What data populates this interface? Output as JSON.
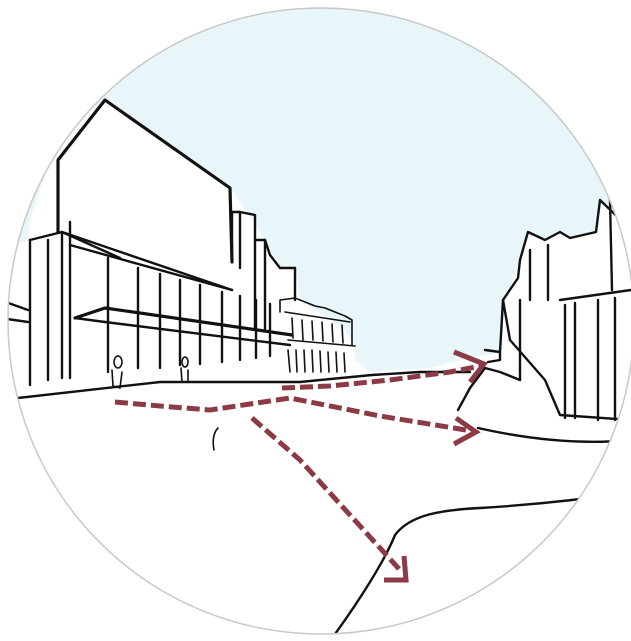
{
  "illustration": {
    "kind": "street-perspective-sketch",
    "frame_shape": "circle",
    "colors": {
      "sky": "#e9f6f9",
      "ink": "#111111",
      "arrow": "#8c3a44",
      "circle_outline": "#c8c8c8",
      "background": "#ffffff"
    },
    "icons": [
      "sightline-arrow-upper",
      "sightline-arrow-middle",
      "sightline-arrow-lower"
    ]
  }
}
